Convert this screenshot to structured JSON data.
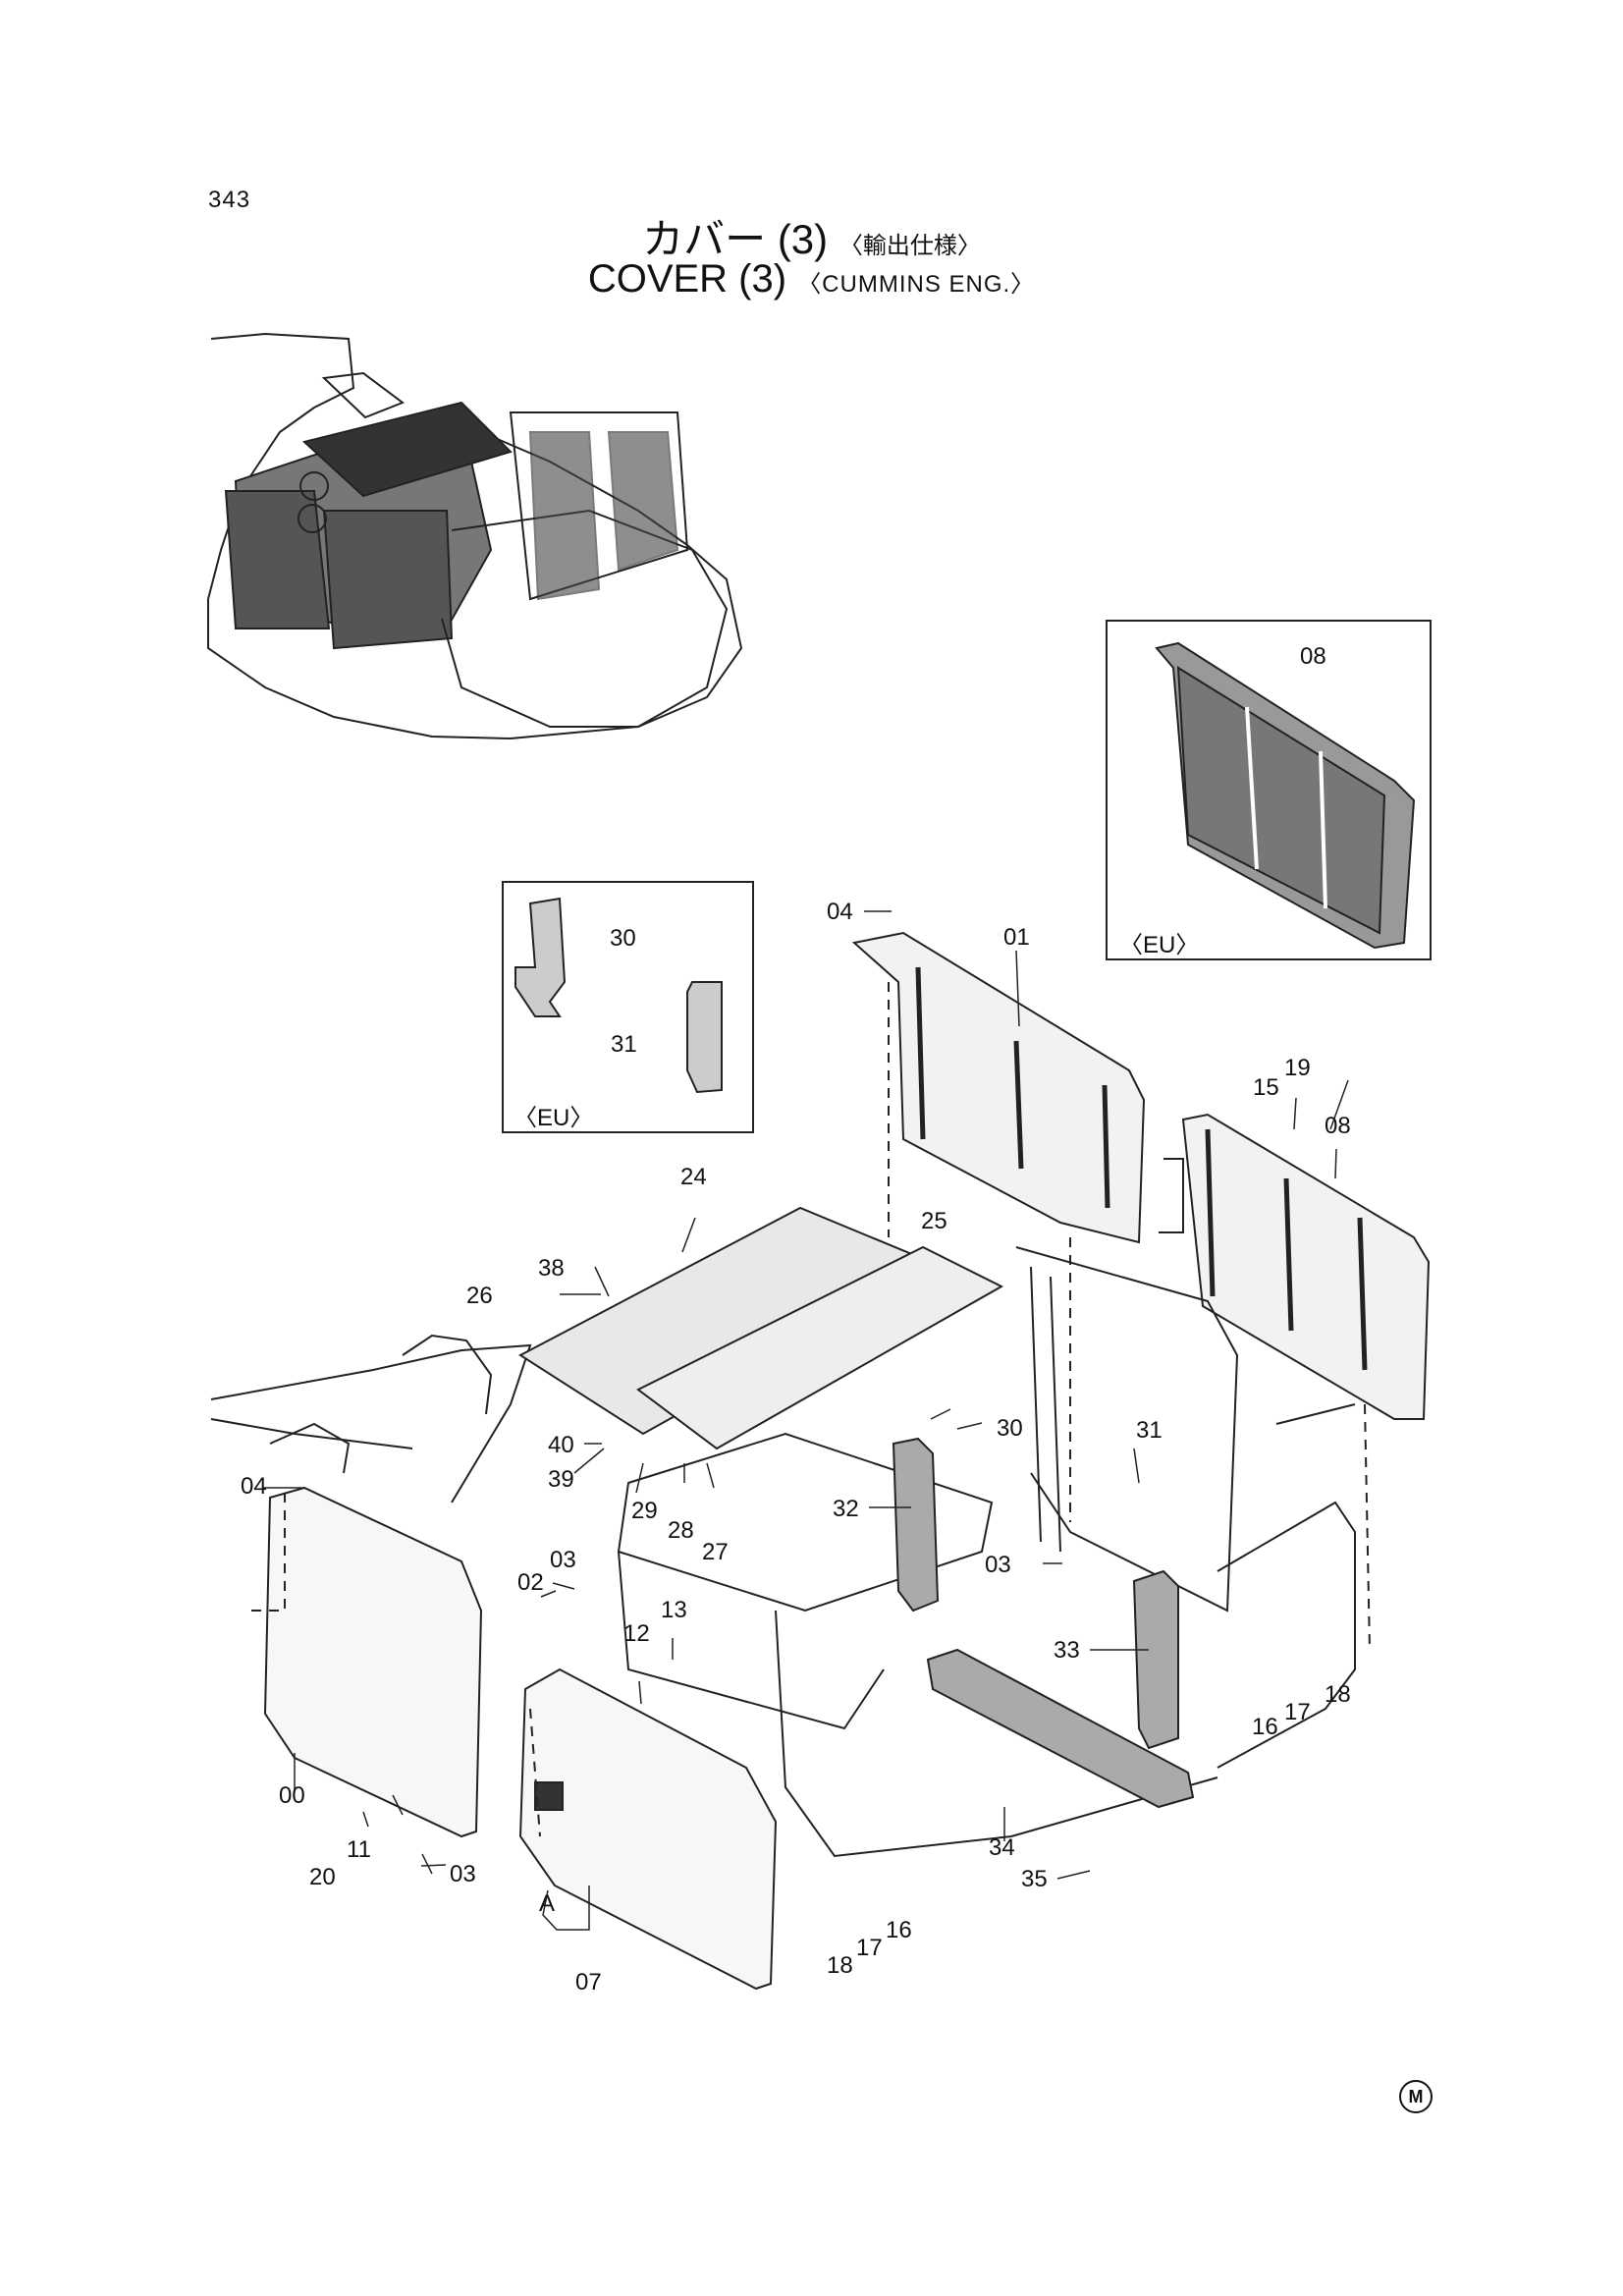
{
  "page_number": "343",
  "title_jp": {
    "main": "カバー (3)",
    "sub": "〈輸出仕様〉"
  },
  "title_en": {
    "main": "COVER (3)",
    "sub": "〈CUMMINS ENG.〉"
  },
  "insets": {
    "eu_label": "〈EU〉"
  },
  "callouts": {
    "c00": "00",
    "c01": "01",
    "c02": "02",
    "c03a": "03",
    "c03b": "03",
    "c03c": "03",
    "c04a": "04",
    "c04b": "04",
    "c07": "07",
    "c08a": "08",
    "c08b": "08",
    "c11": "11",
    "c12": "12",
    "c13": "13",
    "c15": "15",
    "c16a": "16",
    "c16b": "16",
    "c17a": "17",
    "c17b": "17",
    "c18a": "18",
    "c18b": "18",
    "c19": "19",
    "c20": "20",
    "c24": "24",
    "c25": "25",
    "c26": "26",
    "c27": "27",
    "c28": "28",
    "c29": "29",
    "c30a": "30",
    "c30b": "30",
    "c31a": "31",
    "c31b": "31",
    "c32": "32",
    "c33": "33",
    "c34": "34",
    "c35": "35",
    "c38": "38",
    "c39": "39",
    "c40": "40",
    "cA": "A"
  },
  "corner_mark": "M"
}
